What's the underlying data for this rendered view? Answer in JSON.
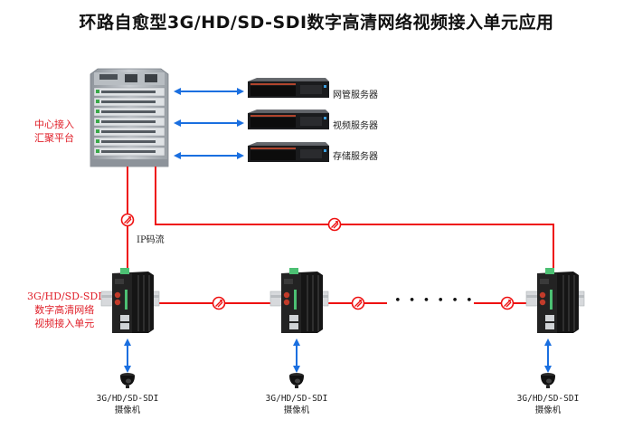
{
  "title": "环路自愈型3G/HD/SD-SDI数字高清网络视频接入单元应用",
  "center_platform": {
    "label_lines": [
      "中心接入",
      "汇聚平台"
    ],
    "icon": "chassis-switch-icon"
  },
  "servers": [
    {
      "label": "网管服务器",
      "icon": "rack-server-icon"
    },
    {
      "label": "视频服务器",
      "icon": "rack-server-icon"
    },
    {
      "label": "存储服务器",
      "icon": "rack-server-icon"
    }
  ],
  "stream_label": "IP码流",
  "access_unit": {
    "label_lines": [
      "3G/HD/SD-SDI",
      "数字高清网络",
      "视频接入单元"
    ],
    "icon": "din-rail-access-unit-icon"
  },
  "cameras": [
    {
      "label_lines": [
        "3G/HD/SD-SDI",
        "摄像机"
      ],
      "icon": "dome-camera-icon"
    },
    {
      "label_lines": [
        "3G/HD/SD-SDI",
        "摄像机"
      ],
      "icon": "dome-camera-icon"
    },
    {
      "label_lines": [
        "3G/HD/SD-SDI",
        "摄像机"
      ],
      "icon": "dome-camera-icon"
    }
  ],
  "ellipsis": "• • • • • •",
  "colors": {
    "fiber_link": "#ee1111",
    "ethernet_link": "#1a6fe0",
    "label_red": "#e0202a"
  }
}
